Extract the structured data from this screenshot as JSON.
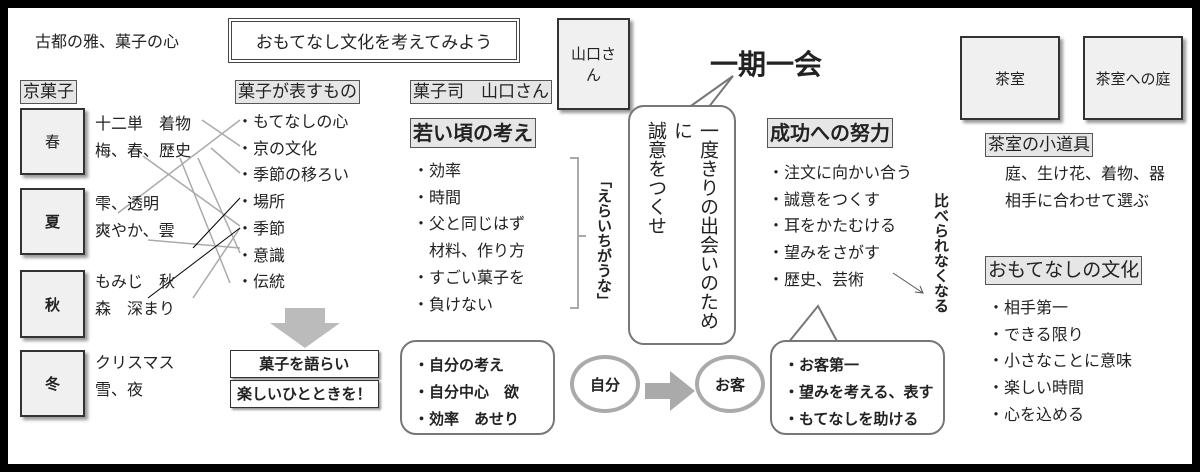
{
  "subtitle": "古都の雅、菓子の心",
  "title": "おもてなし文化を考えてみよう",
  "yamaguchi_box": "山口さん",
  "ichigo": "一期一会",
  "center_bubble": [
    "一度きりの出会いのために",
    "誠意をつくせ"
  ],
  "tearoom": "茶室",
  "tearoom_garden": "茶室への庭",
  "kyogashi": {
    "label": "京菓子",
    "seasons": [
      {
        "name": "春",
        "words": [
          "十二単　着物",
          "梅、春、歴史"
        ]
      },
      {
        "name": "夏",
        "words": [
          "雫、透明",
          "爽やか、雲"
        ]
      },
      {
        "name": "秋",
        "words": [
          "もみじ　秋",
          "森　深まり"
        ]
      },
      {
        "name": "冬",
        "words": [
          "クリスマス",
          "雪、夜"
        ]
      }
    ]
  },
  "represents": {
    "label": "菓子が表すもの",
    "items": [
      "・もてなしの心",
      "・京の文化",
      "・季節の移ろい",
      "・場所",
      "・季節",
      "・意識",
      "・伝統"
    ]
  },
  "talk_box": [
    "菓子を語らい",
    "楽しいひとときを！"
  ],
  "master": "菓子司　山口さん",
  "young": {
    "label": "若い頃の考え",
    "items": [
      "・効率",
      "・時間",
      "・父と同じはず",
      "　材料、作り方",
      "・すごい菓子を",
      "・負けない"
    ],
    "side": "「えらいちがうな」"
  },
  "self_bubble": [
    "・自分の考え",
    "・自分中心　欲",
    "・効率　あせり"
  ],
  "self": "自分",
  "guest": "お客",
  "effort": {
    "label": "成功への努力",
    "items": [
      "・注文に向かい合う",
      "・誠意をつくす",
      "・耳をかたむける",
      "・望みをさがす",
      "・歴史、芸術"
    ],
    "side": "比べられなくなる"
  },
  "guest_bubble": [
    "・お客第一",
    "・望みを考える、表す",
    "・もてなしを助ける"
  ],
  "tools": {
    "label": "茶室の小道具",
    "lines": [
      "庭、生け花、着物、器",
      "相手に合わせて選ぶ"
    ]
  },
  "omotenashi": {
    "label": "おもてなしの文化",
    "items": [
      "・相手第一",
      "・できる限り",
      "・小さなことに意味",
      "・楽しい時間",
      "・心を込める"
    ]
  }
}
